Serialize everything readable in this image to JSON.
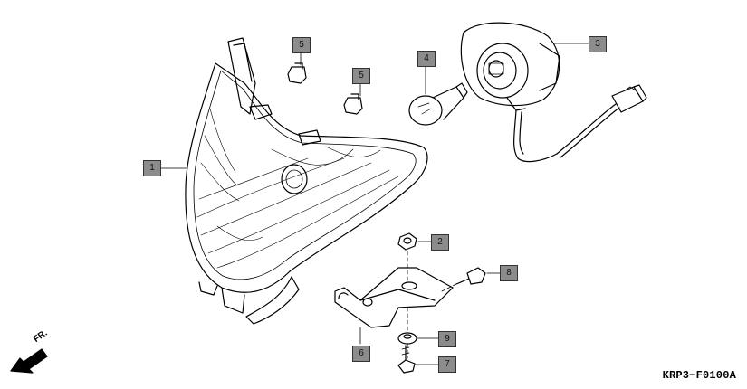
{
  "diagram": {
    "figure_code": "KRP3−F0100A",
    "direction_label": "FR.",
    "callouts": [
      {
        "id": "1",
        "part": "headlight-unit"
      },
      {
        "id": "2",
        "part": "nut"
      },
      {
        "id": "3",
        "part": "socket-and-cover"
      },
      {
        "id": "4",
        "part": "bulb"
      },
      {
        "id": "5",
        "part": "clip"
      },
      {
        "id": "5",
        "part": "clip"
      },
      {
        "id": "6",
        "part": "stay"
      },
      {
        "id": "7",
        "part": "bolt"
      },
      {
        "id": "8",
        "part": "screw"
      },
      {
        "id": "9",
        "part": "washer"
      }
    ]
  }
}
